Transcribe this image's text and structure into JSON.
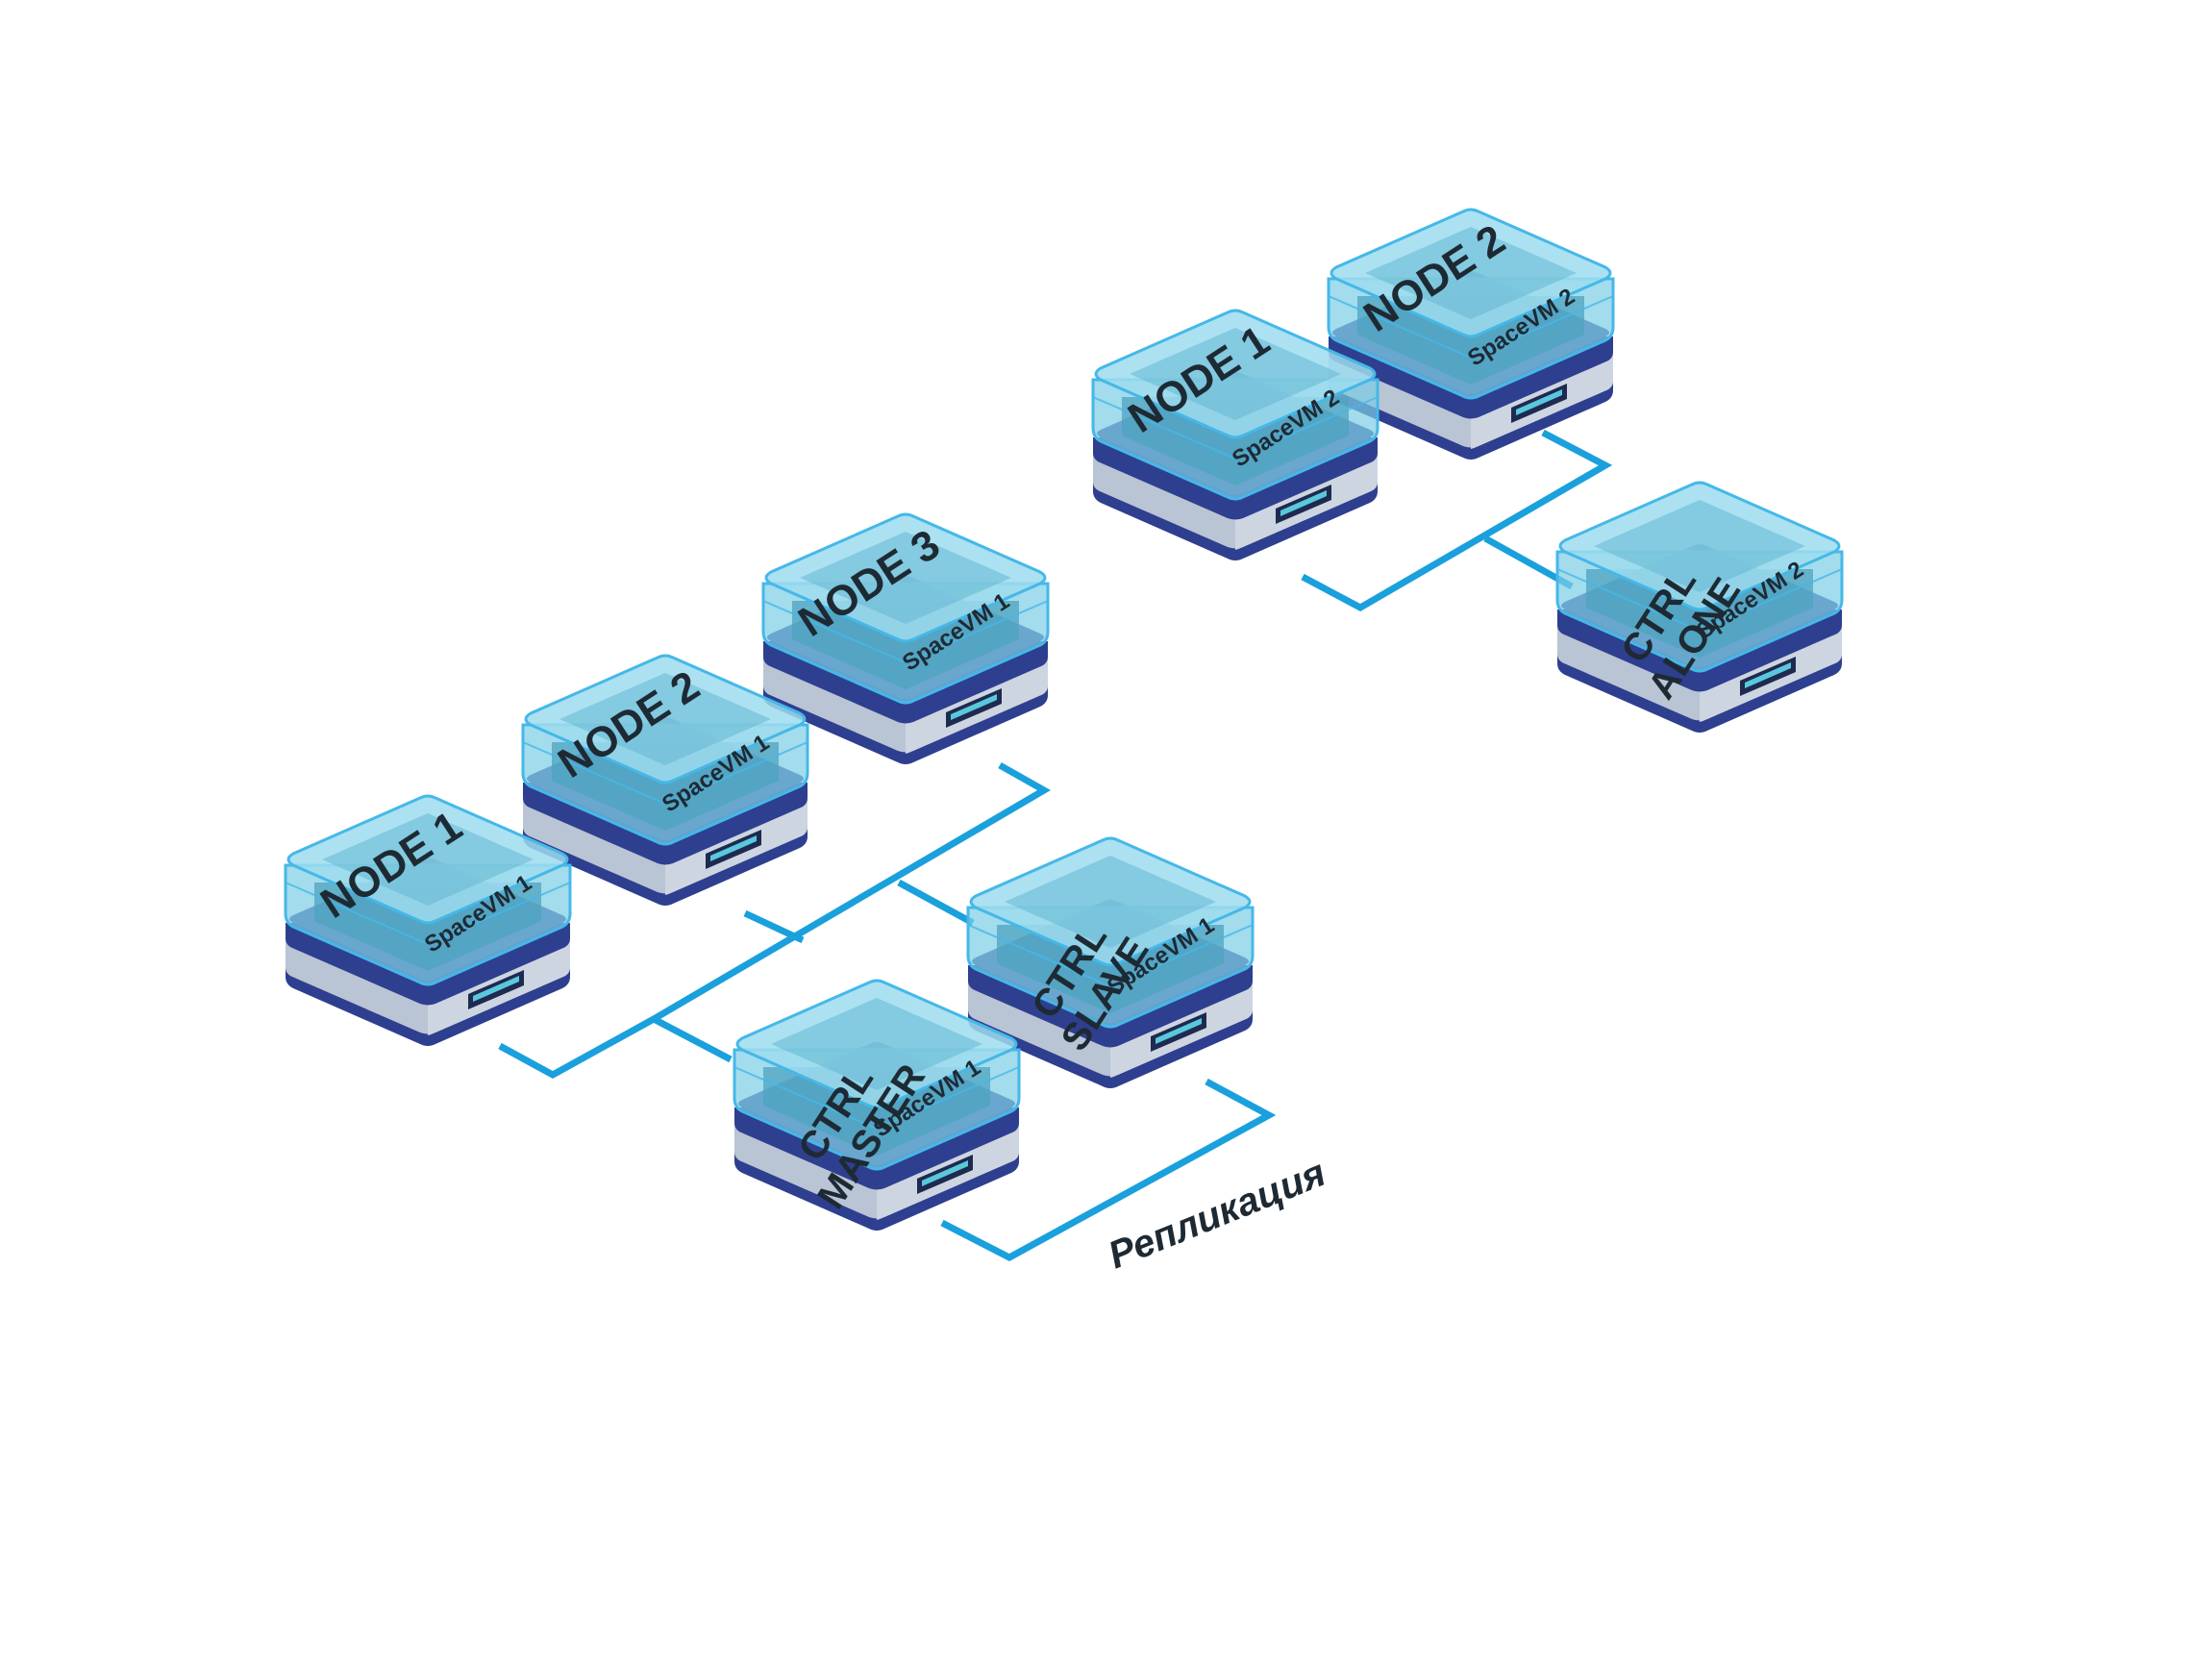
{
  "colors": {
    "link": "#1aa0dc",
    "glass_fill": "#7ccde4",
    "glass_stroke": "#45b8e8",
    "glass_core": "#4ea3c0",
    "base_band": "#2e3f8f",
    "base_top": "#3d4f9e",
    "base_side_left": "#b9c4d4",
    "base_side_right": "#cdd5e1",
    "slot_fill": "#5ac8dc",
    "label": "#1e2a33"
  },
  "cluster_1": {
    "node_1": {
      "title": "NODE 1",
      "sub": "SpaceVM 1"
    },
    "node_2": {
      "title": "NODE 2",
      "sub": "SpaceVM 1"
    },
    "node_3": {
      "title": "NODE 3",
      "sub": "SpaceVM 1"
    },
    "ctrl_slave": {
      "title_line1": "CTRL",
      "title_line2": "SLAVE",
      "sub": "SpaceVM 1"
    },
    "ctrl_master": {
      "title_line1": "CTRL",
      "title_line2": "MASTER",
      "sub": "SpaceVM 1"
    }
  },
  "cluster_2": {
    "node_1": {
      "title": "NODE 1",
      "sub": "SpaceVM 2"
    },
    "node_2": {
      "title": "NODE 2",
      "sub": "SpaceVM 2"
    },
    "ctrl_alone": {
      "title_line1": "CTRL",
      "title_line2": "ALONE",
      "sub": "SpaceVM 2"
    }
  },
  "replication_label": "Репликация"
}
